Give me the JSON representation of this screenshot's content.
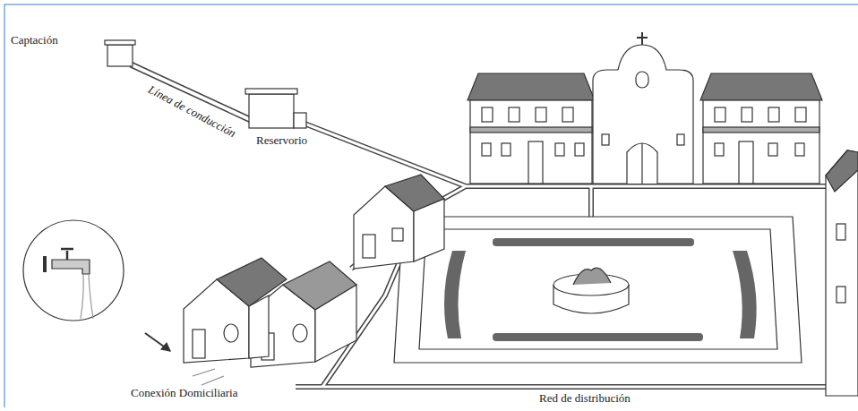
{
  "diagram": {
    "labels": [
      "Captación",
      "Línea de conducción",
      "Reservorio",
      "Conexión Domiciliaria",
      "Red de distribución"
    ]
  }
}
